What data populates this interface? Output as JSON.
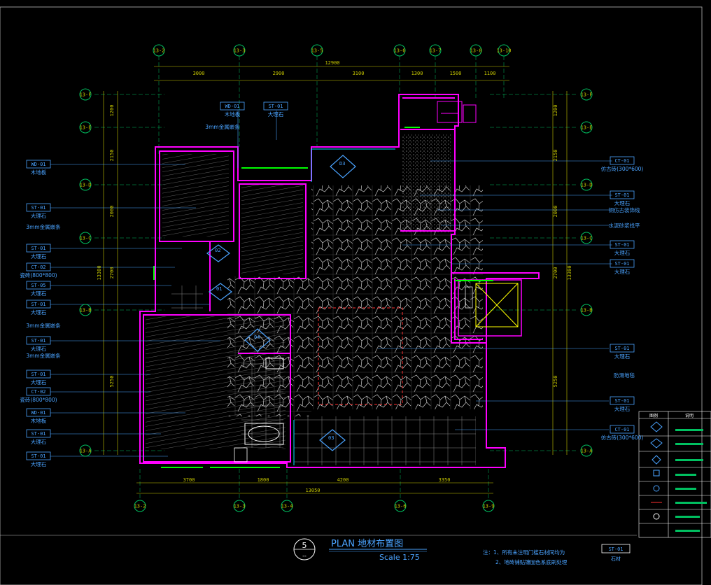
{
  "title": {
    "number": "5",
    "sub": "--",
    "name": "PLAN  地材布置图",
    "scale": "Scale 1:75"
  },
  "notes": {
    "line1": "注：1、所有未注明门槛石材同均为",
    "line2": "2、地砖铺贴镶固色系底刷处理",
    "tag": "ST-01",
    "tag_sub": "石材"
  },
  "grid_top": [
    "13-2",
    "13-3",
    "13-5",
    "13-6",
    "13-7",
    "13-8",
    "13-10"
  ],
  "grid_bottom": [
    "13-2",
    "13-3",
    "13-4",
    "13-6",
    "13-9"
  ],
  "grid_left": [
    "13-F",
    "13-E",
    "13-D",
    "13-C",
    "13-B",
    "13-A"
  ],
  "grid_right": [
    "13-F",
    "13-E",
    "13-D",
    "13-C",
    "13-B",
    "13-A"
  ],
  "dims_top": {
    "total": "12900",
    "segments": [
      "3000",
      "2900",
      "3100",
      "1300",
      "1500",
      "1100"
    ]
  },
  "dims_bottom": {
    "total": "13050",
    "segments": [
      "3700",
      "1800",
      "4200",
      "3350"
    ]
  },
  "dims_left": {
    "total": "13300",
    "segments": [
      "1200",
      "2150",
      "2000",
      "2700",
      "5250"
    ]
  },
  "dims_right": {
    "total": "13300",
    "segments": [
      "1200",
      "2150",
      "2000",
      "2700",
      "5250"
    ]
  },
  "labels_left": [
    {
      "code": "WD-01",
      "desc": "木地板"
    },
    {
      "code": "ST-01",
      "desc": "大理石"
    },
    {
      "code": "",
      "desc": "3mm金属嵌条"
    },
    {
      "code": "ST-01",
      "desc": "大理石"
    },
    {
      "code": "CT-02",
      "desc": "瓷砖(800*800)"
    },
    {
      "code": "ST-05",
      "desc": "大理石"
    },
    {
      "code": "ST-01",
      "desc": "大理石"
    },
    {
      "code": "",
      "desc": "3mm金属嵌条"
    },
    {
      "code": "ST-01",
      "desc": "大理石"
    },
    {
      "code": "",
      "desc": "3mm金属嵌条"
    },
    {
      "code": "ST-01",
      "desc": "大理石"
    },
    {
      "code": "CT-02",
      "desc": "瓷砖(800*800)"
    },
    {
      "code": "WD-01",
      "desc": "木地板"
    },
    {
      "code": "ST-01",
      "desc": "大理石"
    },
    {
      "code": "ST-01",
      "desc": "大理石"
    }
  ],
  "labels_top": [
    {
      "code": "WD-01",
      "desc": "木地板"
    },
    {
      "code": "ST-01",
      "desc": "大理石"
    },
    {
      "code": "",
      "desc": "3mm金属嵌条"
    }
  ],
  "labels_right": [
    {
      "code": "CT-01",
      "desc": "仿古砖(300*600)"
    },
    {
      "code": "ST-01",
      "desc": "大理石"
    },
    {
      "code": "",
      "desc": "铜仿古装饰线"
    },
    {
      "code": "",
      "desc": "水泥砂浆找平"
    },
    {
      "code": "ST-01",
      "desc": "大理石"
    },
    {
      "code": "ST-01",
      "desc": "大理石"
    },
    {
      "code": "ST-01",
      "desc": "大理石"
    },
    {
      "code": "",
      "desc": "防滑地毯"
    },
    {
      "code": "ST-01",
      "desc": "大理石"
    },
    {
      "code": "CT-01",
      "desc": "仿古砖(300*600)"
    }
  ],
  "legend": {
    "headers": [
      "图例",
      "说明"
    ]
  },
  "colors": {
    "wall": "#ff00ff",
    "dim": "#c8c800",
    "label": "#4aa3ff",
    "grid": "#00ff66",
    "hatch": "#d0d0d0",
    "red": "#ff3030",
    "white": "#ffffff"
  }
}
